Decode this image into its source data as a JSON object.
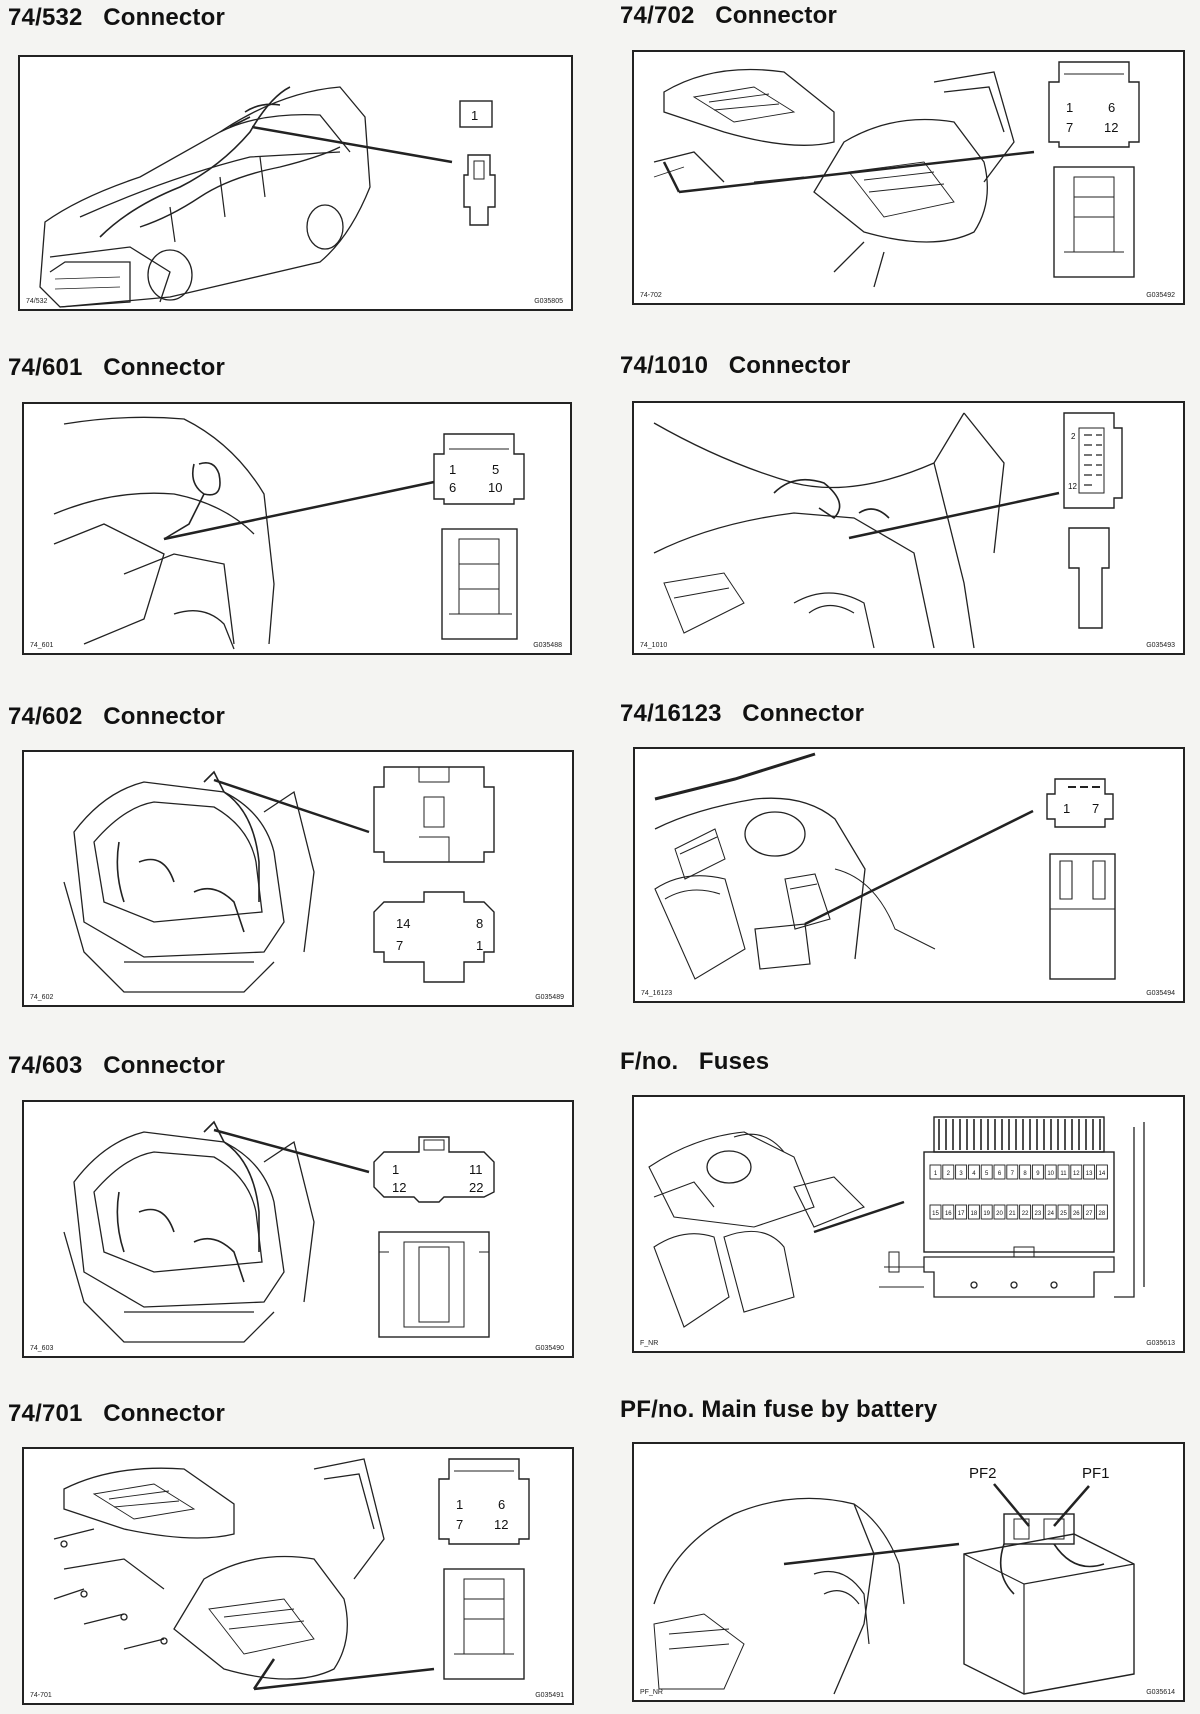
{
  "panels": [
    {
      "title": "74/532   Connector",
      "code_left": "74/532",
      "code_right": "G035805",
      "pins": [
        "1"
      ]
    },
    {
      "title": "74/702   Connector",
      "code_left": "74-702",
      "code_right": "G035492",
      "pins": [
        "1",
        "6",
        "7",
        "12"
      ]
    },
    {
      "title": "74/601   Connector",
      "code_left": "74_601",
      "code_right": "G035488",
      "pins": [
        "1",
        "5",
        "6",
        "10"
      ]
    },
    {
      "title": "74/1010   Connector",
      "code_left": "74_1010",
      "code_right": "G035493",
      "pins": [
        "2",
        "12"
      ]
    },
    {
      "title": "74/602   Connector",
      "code_left": "74_602",
      "code_right": "G035489",
      "pins": [
        "14",
        "8",
        "7",
        "1"
      ]
    },
    {
      "title": "74/16123   Connector",
      "code_left": "74_16123",
      "code_right": "G035494",
      "pins": [
        "1",
        "7"
      ]
    },
    {
      "title": "74/603   Connector",
      "code_left": "74_603",
      "code_right": "G035490",
      "pins": [
        "1",
        "11",
        "12",
        "22"
      ]
    },
    {
      "title": "F/no.   Fuses",
      "code_left": "F_NR",
      "code_right": "G035613",
      "pins": [
        "1",
        "2",
        "3",
        "4",
        "5",
        "6",
        "7",
        "8",
        "9",
        "10",
        "11",
        "12",
        "13",
        "14",
        "15",
        "16",
        "17",
        "18",
        "19",
        "20",
        "21",
        "22",
        "23",
        "24",
        "25",
        "26",
        "27",
        "28"
      ]
    },
    {
      "title": "74/701   Connector",
      "code_left": "74-701",
      "code_right": "G035491",
      "pins": [
        "1",
        "6",
        "7",
        "12"
      ]
    },
    {
      "title": "PF/no. Main fuse by battery",
      "code_left": "PF_NR",
      "code_right": "G035614",
      "pins": [
        "PF2",
        "PF1"
      ]
    }
  ]
}
